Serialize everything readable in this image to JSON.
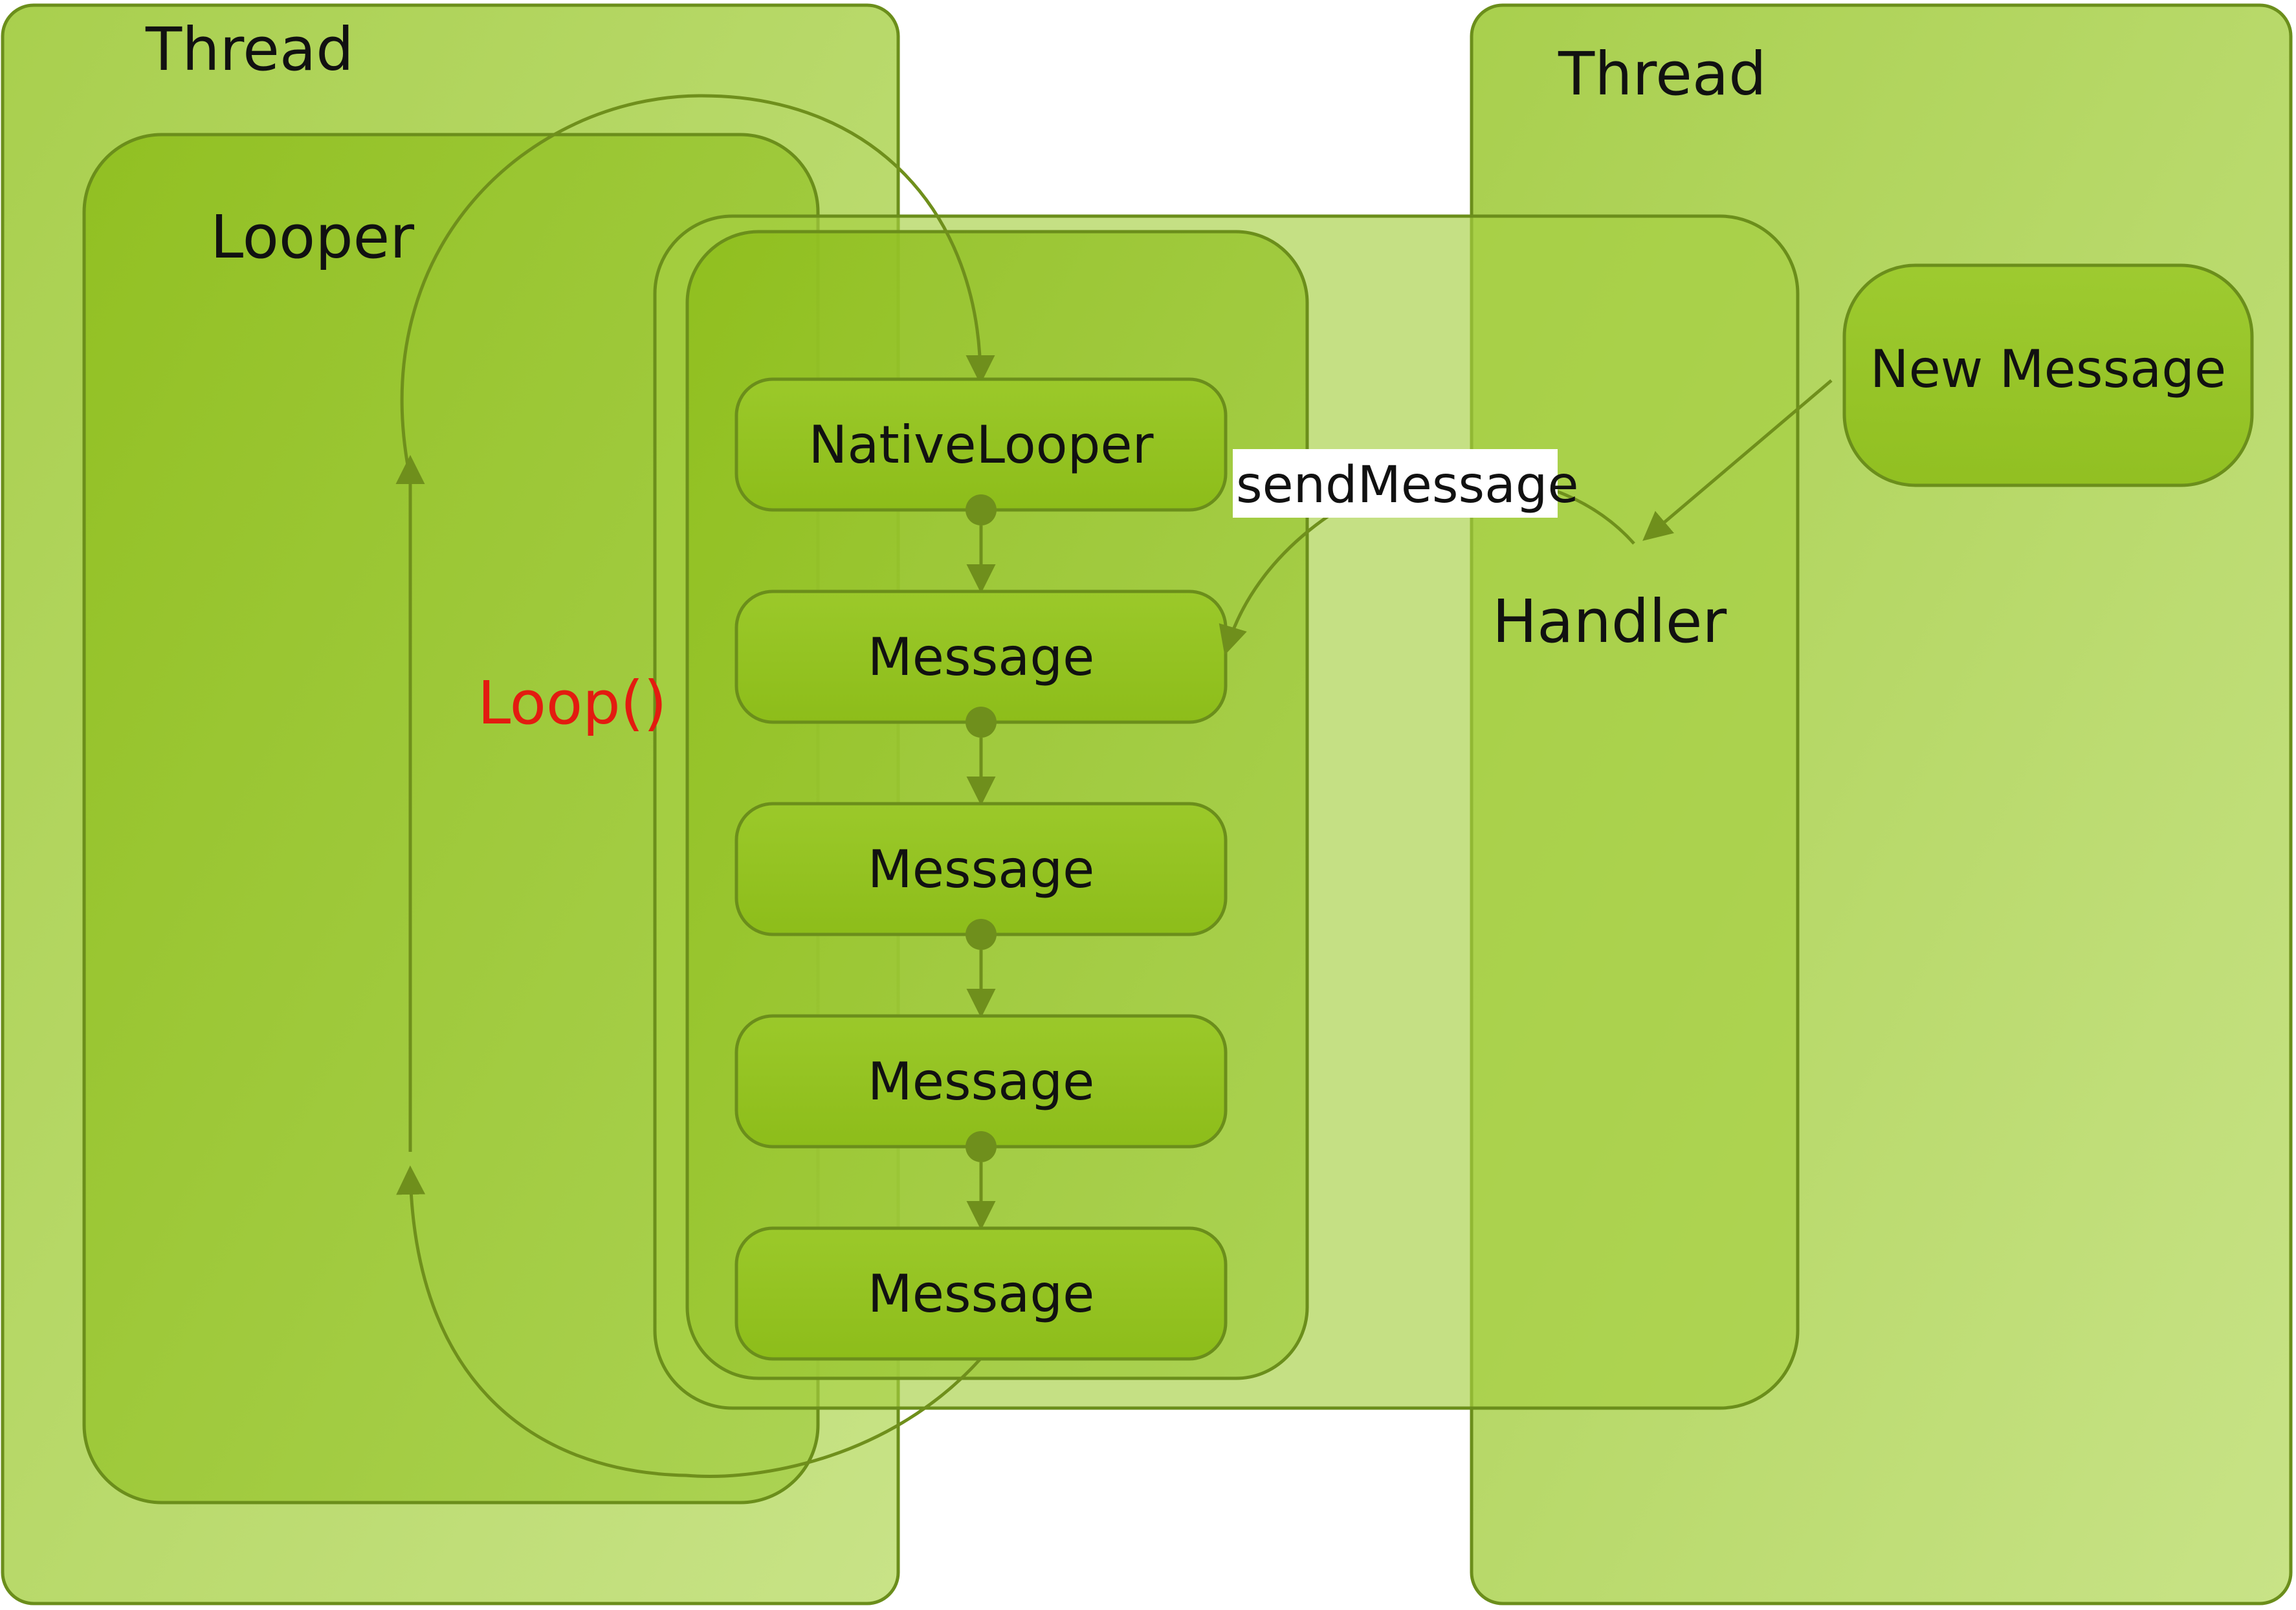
{
  "left_thread": {
    "label": "Thread"
  },
  "right_thread": {
    "label": "Thread"
  },
  "looper": {
    "label": "Looper"
  },
  "loop": {
    "label": "Loop()",
    "color": "#e31b10"
  },
  "handler": {
    "label": "Handler"
  },
  "new_message": {
    "label": "New Message"
  },
  "send_message": {
    "label": "sendMessage"
  },
  "queue": {
    "native": "NativeLooper",
    "messages": [
      "Message",
      "Message",
      "Message",
      "Message"
    ]
  },
  "colors": {
    "thread_fill": "#a9d04e",
    "inner_fill": "#94c224",
    "stroke": "#6b8e1b",
    "arrow": "#6f8f1c"
  }
}
